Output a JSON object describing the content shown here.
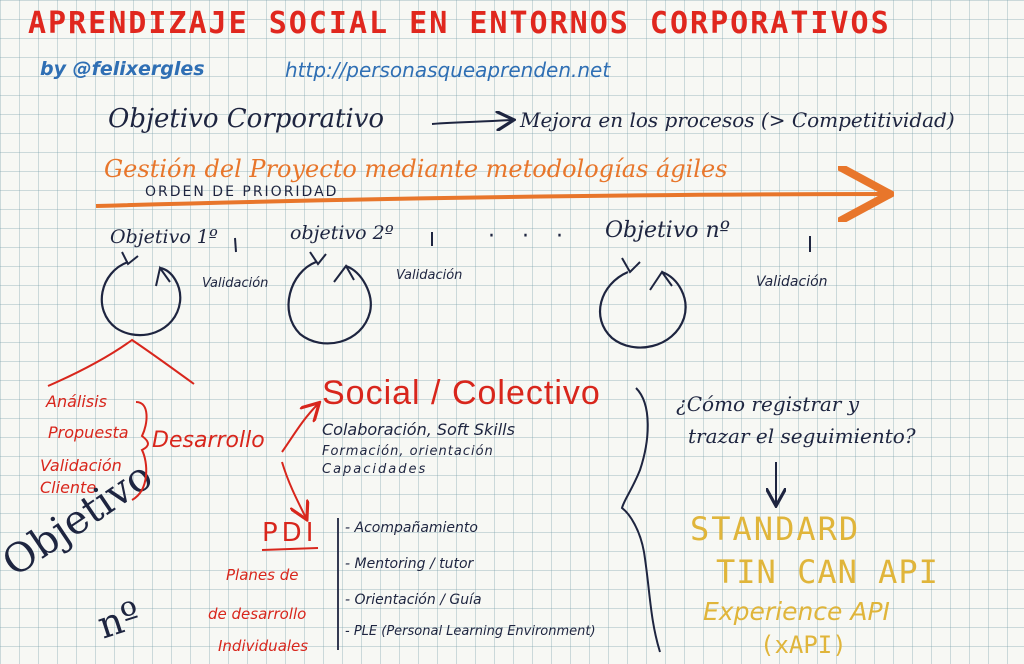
{
  "header": {
    "title": "APRENDIZAJE SOCIAL EN ENTORNOS CORPORATIVOS",
    "byline": "by @felixergles",
    "url": "http://personasqueaprenden.net"
  },
  "objective_line": {
    "left": "Objetivo Corporativo",
    "right": "Mejora en los procesos (> Competitividad)"
  },
  "project": {
    "management": "Gestión del Proyecto mediante metodologías ágiles",
    "priority": "ORDEN DE PRIORIDAD"
  },
  "iterations": [
    {
      "objective": "Objetivo 1º",
      "validation": "Validación"
    },
    {
      "objective": "objetivo 2º",
      "validation": "Validación"
    },
    {
      "objective": "Objetivo nº",
      "validation": "Validación"
    }
  ],
  "ellipsis": "· · ·",
  "development": {
    "steps": [
      "Análisis",
      "Propuesta",
      "Validación",
      "Cliente"
    ],
    "label": "Desarrollo"
  },
  "social": {
    "title": "Social / Colectivo",
    "lines": [
      "Colaboración, Soft Skills",
      "Formación, orientación",
      "Capacidades"
    ]
  },
  "pdi": {
    "acronym": "PDI",
    "expansion": [
      "Planes de",
      "de desarrollo",
      "Individuales"
    ],
    "items": [
      "- Acompañamiento",
      "- Mentoring / tutor",
      "- Orientación / Guía",
      "- PLE (Personal Learning Environment)"
    ]
  },
  "tracking": {
    "question_line1": "¿Cómo registrar y",
    "question_line2": "trazar el seguimiento?"
  },
  "standard": {
    "lines": [
      "STANDARD",
      "TIN CAN API",
      "Experience API",
      "(xAPI)"
    ]
  },
  "side_note": {
    "word": "Objetivo",
    "suffix": "nº"
  },
  "colors": {
    "title": "#e0271e",
    "byline": "#2f6fb4",
    "ink": "#1e2540",
    "orange": "#e8762b",
    "red": "#d8261c",
    "yellow": "#e0b53a"
  }
}
